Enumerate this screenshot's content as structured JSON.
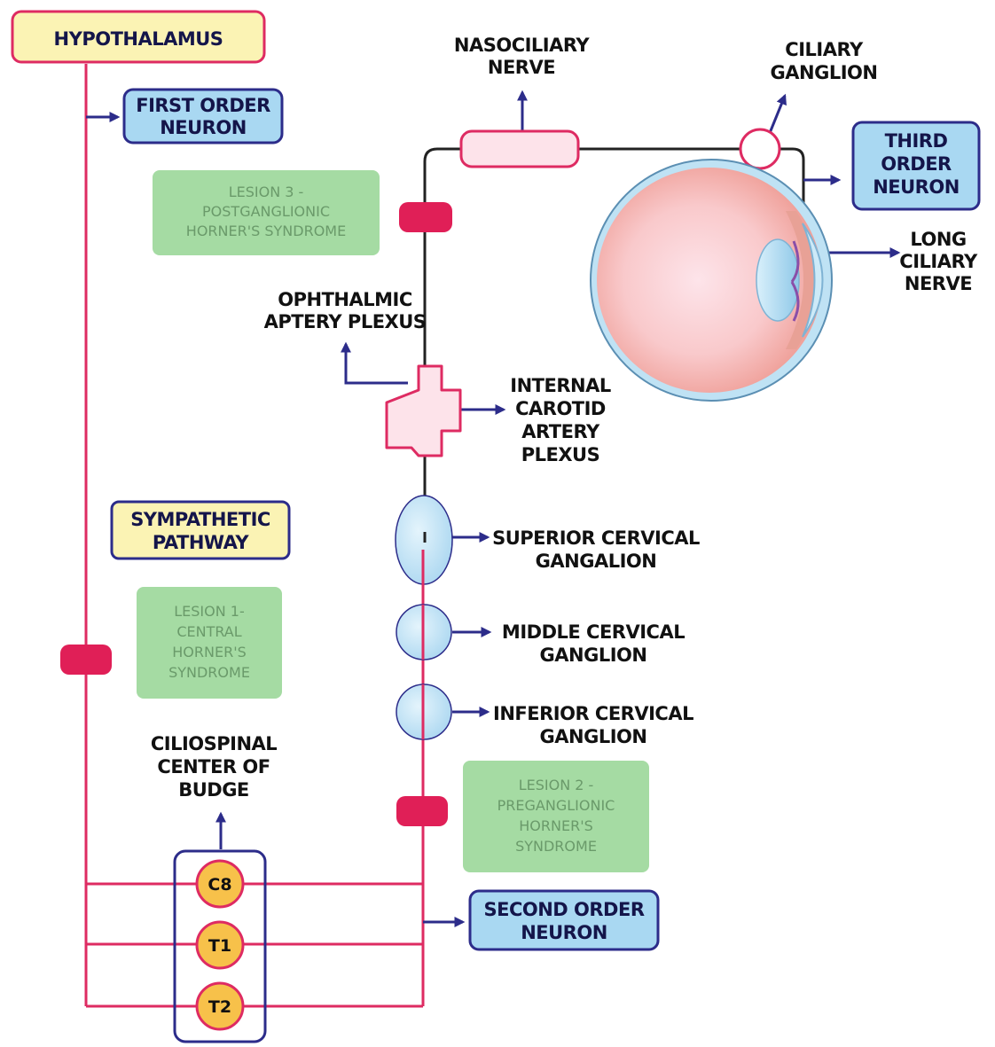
{
  "title": "HYPOTHALAMUS",
  "labels": {
    "first_order": [
      "FIRST ORDER",
      "NEURON"
    ],
    "second_order": [
      "SECOND ORDER",
      "NEURON"
    ],
    "third_order": [
      "THIRD",
      "ORDER",
      "NEURON"
    ],
    "sympathetic": [
      "SYMPATHETIC",
      "PATHWAY"
    ],
    "nasociliary": [
      "NASOCILIARY",
      "NERVE"
    ],
    "ciliary_ganglion": [
      "CILIARY",
      "GANGLION"
    ],
    "long_ciliary": [
      "LONG",
      "CILIARY",
      "NERVE"
    ],
    "ophthalmic": [
      "OPHTHALMIC",
      "APTERY PLEXUS"
    ],
    "internal_carotid": [
      "INTERNAL",
      "CAROTID",
      "ARTERY",
      "PLEXUS"
    ],
    "superior_cervical": [
      "SUPERIOR CERVICAL",
      "GANGALION"
    ],
    "middle_cervical": [
      "MIDDLE CERVICAL",
      "GANGLION"
    ],
    "inferior_cervical": [
      "INFERIOR CERVICAL",
      "GANGLION"
    ],
    "ciliospinal": [
      "CILIOSPINAL",
      "CENTER OF",
      "BUDGE"
    ]
  },
  "lesions": {
    "lesion1": [
      "LESION 1-",
      "CENTRAL",
      "HORNER'S",
      "SYNDROME"
    ],
    "lesion2": [
      "LESION 2 -",
      "PREGANGLIONIC",
      "HORNER'S",
      "SYNDROME"
    ],
    "lesion3": [
      "LESION 3 -",
      "POSTGANGLIONIC",
      "HORNER'S SYNDROME"
    ]
  },
  "spinal_nodes": [
    "C8",
    "T1",
    "T2"
  ],
  "colors": {
    "pathway_pink": "#de2b62",
    "pathway_black": "#222222",
    "arrow_navy": "#2c2c8a",
    "neuron_box_fill": "#a9d8f2",
    "neuron_box_stroke": "#2c2c8a",
    "yellow_box_fill": "#fbf3b4",
    "lesion_box_fill": "#a5dba3",
    "lesion_marker": "#e01f57",
    "ganglion_fill": "#cde9f8",
    "node_fill": "#f7c14a",
    "eyeball_fill": "#f7c6c3"
  },
  "icons": [
    "arrow-right-icon",
    "arrow-up-icon",
    "eyeball-illustration"
  ]
}
